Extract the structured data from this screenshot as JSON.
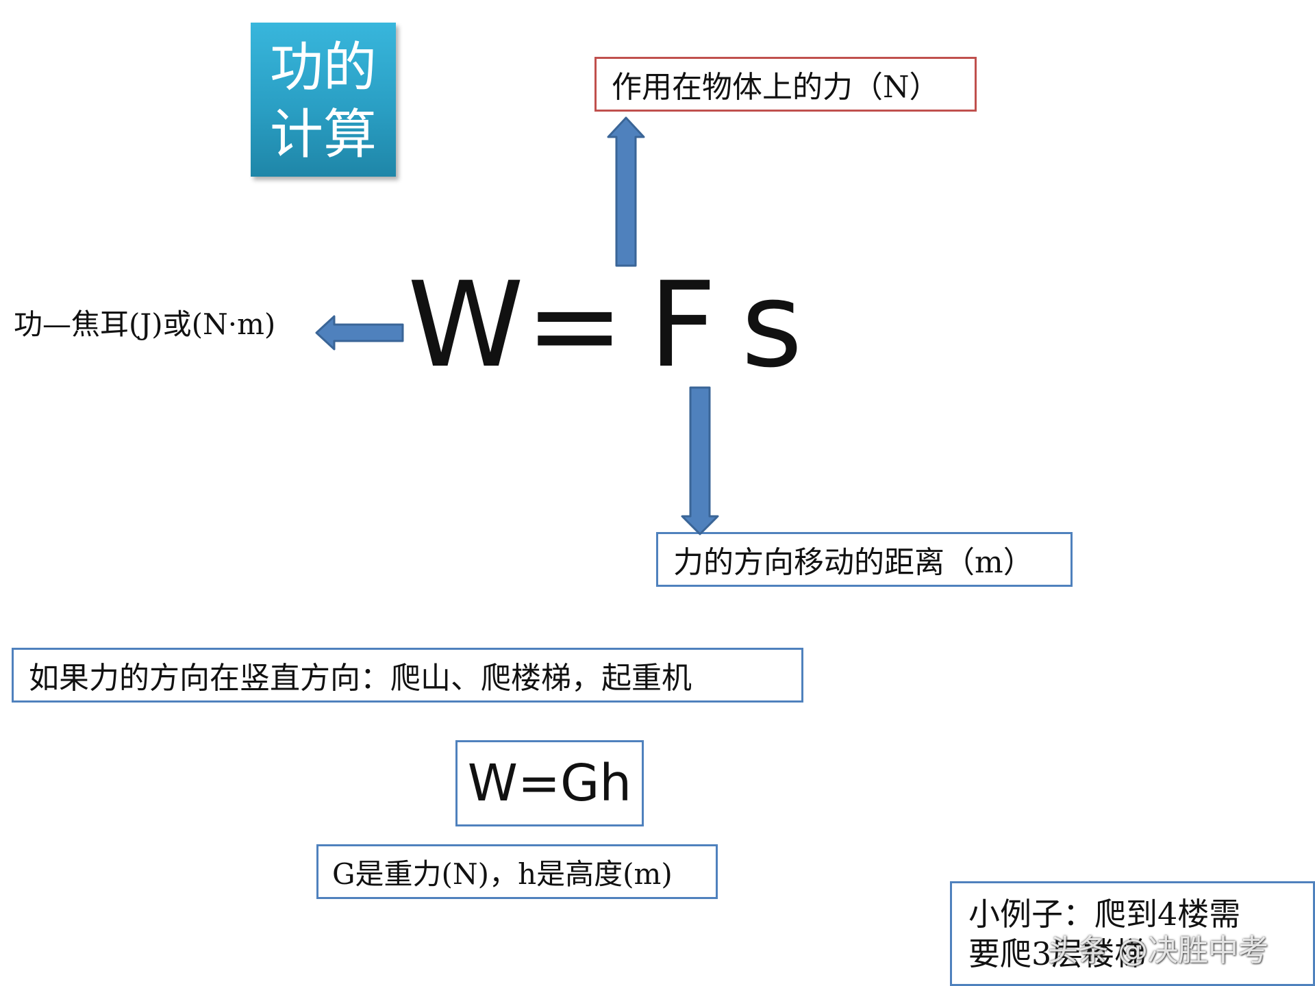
{
  "title": {
    "line1": "功的",
    "line2": "计算"
  },
  "formula": {
    "w": "W",
    "eq": "=",
    "f": "F",
    "s": "s"
  },
  "force_label": "作用在物体上的力（N）",
  "work_label": "功—焦耳(J)或(N·m)",
  "distance_label": "力的方向移动的距离（m）",
  "vertical_case": "如果力的方向在竖直方向：爬山、爬楼梯，起重机",
  "gravity_formula": "W=Gh",
  "gravity_desc": "G是重力(N)，h是高度(m)",
  "example": {
    "line1": "小例子：爬到4楼需",
    "line2": "要爬3层楼梯"
  },
  "watermark": "头条 @决胜中考",
  "colors": {
    "arrow_fill": "#4f81bd",
    "arrow_stroke": "#3a6597",
    "red_border": "#c0504d",
    "blue_border": "#4f81bd",
    "title_bg": "#2a9fc4"
  }
}
